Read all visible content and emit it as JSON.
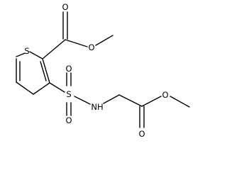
{
  "molecule": {
    "atoms": {
      "s_ring": "S",
      "o_carbonyl_top": "O",
      "o_ester_top": "O",
      "s_sulfonyl": "S",
      "o_sulfonyl_top": "O",
      "o_sulfonyl_bottom": "O",
      "nh": "NH",
      "o_ester_right": "O",
      "o_carbonyl_bottom": "O"
    },
    "colors": {
      "bond": "#000000",
      "text": "#000000",
      "background": "#ffffff"
    }
  }
}
